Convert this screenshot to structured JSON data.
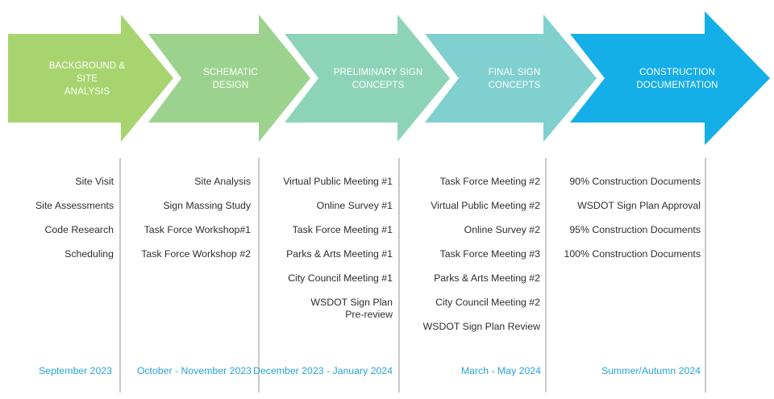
{
  "phases": [
    {
      "title_lines": [
        "Background & Site",
        "Analysis"
      ],
      "color": "#a8d46f",
      "items": [
        "Site Visit",
        "Site Assessments",
        "Code Research",
        "Scheduling"
      ],
      "date": "September 2023"
    },
    {
      "title_lines": [
        "Schematic",
        "Design"
      ],
      "color": "#9bd38e",
      "items": [
        "Site Analysis",
        "Sign Massing Study",
        "Task Force Workshop#1",
        "Task Force Workshop #2"
      ],
      "date": "October - November 2023"
    },
    {
      "title_lines": [
        "Preliminary Sign",
        "Concepts"
      ],
      "color": "#8dd3b8",
      "items": [
        "Virtual Public Meeting #1",
        "Online Survey #1",
        "Task Force Meeting #1",
        "Parks & Arts Meeting #1",
        "City Council Meeting #1",
        "WSDOT  Sign Plan",
        "Pre-review"
      ],
      "date": "December 2023 - January 2024"
    },
    {
      "title_lines": [
        "Final Sign",
        "Concepts"
      ],
      "color": "#7fd0cf",
      "items": [
        "Task Force Meeting #2",
        "Virtual Public Meeting  #2",
        "Online Survey #2",
        "Task Force Meeting #3",
        "Parks & Arts Meeting #2",
        "City Council Meeting #2",
        "WSDOT  Sign Plan Review"
      ],
      "date": "March - May 2024"
    },
    {
      "title_lines": [
        "Construction",
        "Documentation"
      ],
      "color": "#14aee8",
      "items": [
        "90% Construction Documents",
        "WSDOT Sign Plan Approval",
        "95% Construction Documents",
        "100% Construction Documents"
      ],
      "date": "Summer/Autumn 2024"
    }
  ]
}
